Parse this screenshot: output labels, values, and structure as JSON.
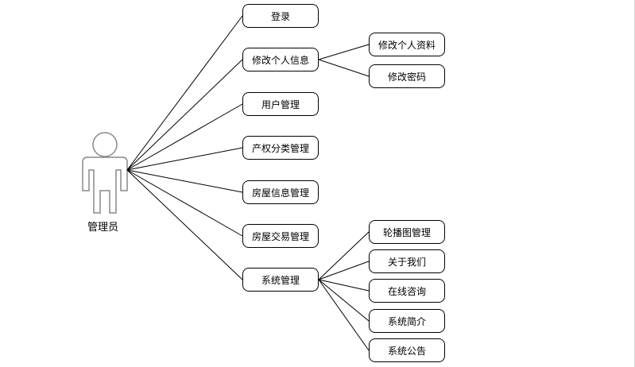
{
  "actor": {
    "label": "管理员",
    "icon": "stick-figure-actor-icon"
  },
  "use_cases": [
    {
      "id": "login",
      "label": "登录"
    },
    {
      "id": "edit-info",
      "label": "修改个人信息"
    },
    {
      "id": "user-mgmt",
      "label": "用户管理"
    },
    {
      "id": "property-category-mgmt",
      "label": "产权分类管理"
    },
    {
      "id": "house-info-mgmt",
      "label": "房屋信息管理"
    },
    {
      "id": "house-trade-mgmt",
      "label": "房屋交易管理"
    },
    {
      "id": "system-mgmt",
      "label": "系统管理"
    }
  ],
  "sub_use_cases": {
    "edit-info": [
      {
        "id": "edit-profile",
        "label": "修改个人资料"
      },
      {
        "id": "change-password",
        "label": "修改密码"
      }
    ],
    "system-mgmt": [
      {
        "id": "carousel-mgmt",
        "label": "轮播图管理"
      },
      {
        "id": "about-us",
        "label": "关于我们"
      },
      {
        "id": "online-consult",
        "label": "在线咨询"
      },
      {
        "id": "system-intro",
        "label": "系统简介"
      },
      {
        "id": "system-notice",
        "label": "系统公告"
      }
    ]
  },
  "colors": {
    "stroke": "#000000",
    "actor_stroke": "#888888",
    "background": "#ffffff"
  }
}
